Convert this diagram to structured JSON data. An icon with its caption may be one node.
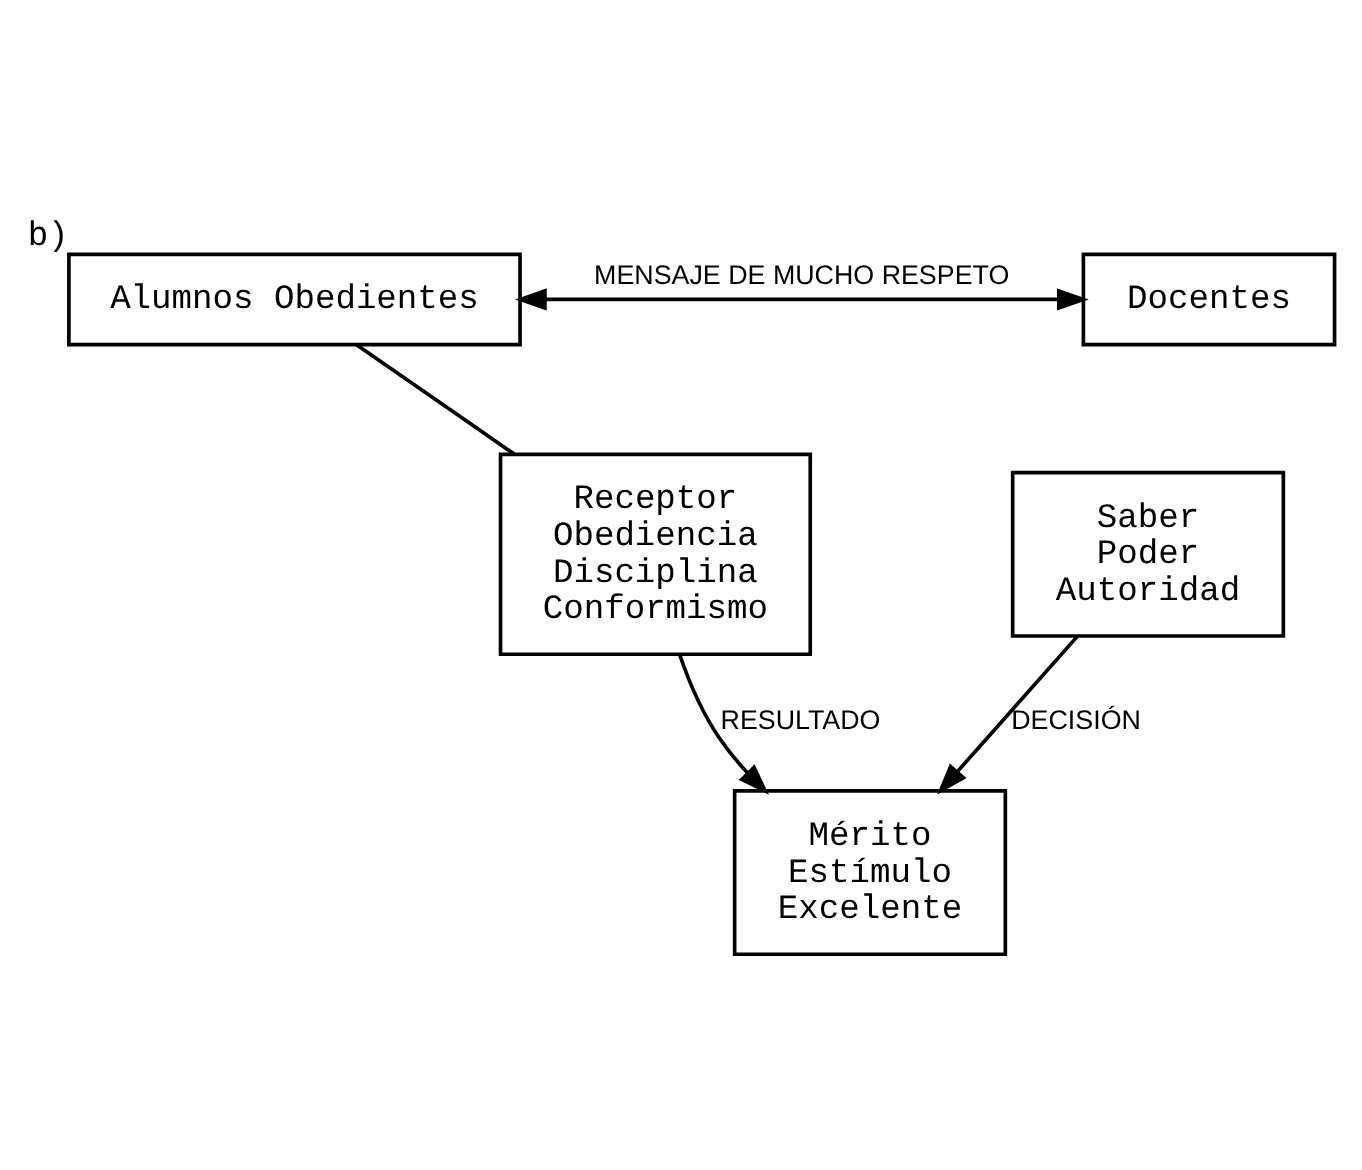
{
  "diagram": {
    "nodes": [
      {
        "text": [
          "Docentes"
        ]
      },
      {
        "text": [
          "Alumnos Obedientes"
        ],
        "beside": [
          "b)"
        ]
      },
      {
        "text": [
          "Receptor",
          "Obediencia",
          "Disciplina",
          "Conformismo"
        ]
      },
      {
        "text": [
          "Saber",
          "Poder",
          "Autoridad"
        ]
      },
      {
        "text": [
          "Mérito",
          "Estímulo",
          "Excelente"
        ]
      }
    ],
    "edges": [
      {
        "from": 1,
        "to": 0,
        "arrow": "both",
        "label": "MENSAJE DE MUCHO RESPETO"
      },
      {
        "from": 1,
        "to": 2,
        "arrow": "none"
      },
      {
        "from": 2,
        "to": 4,
        "arrow": "to",
        "label": "RESULTADO"
      },
      {
        "from": 3,
        "to": 4,
        "arrow": "to",
        "label": "DECISIÓN"
      }
    ]
  }
}
